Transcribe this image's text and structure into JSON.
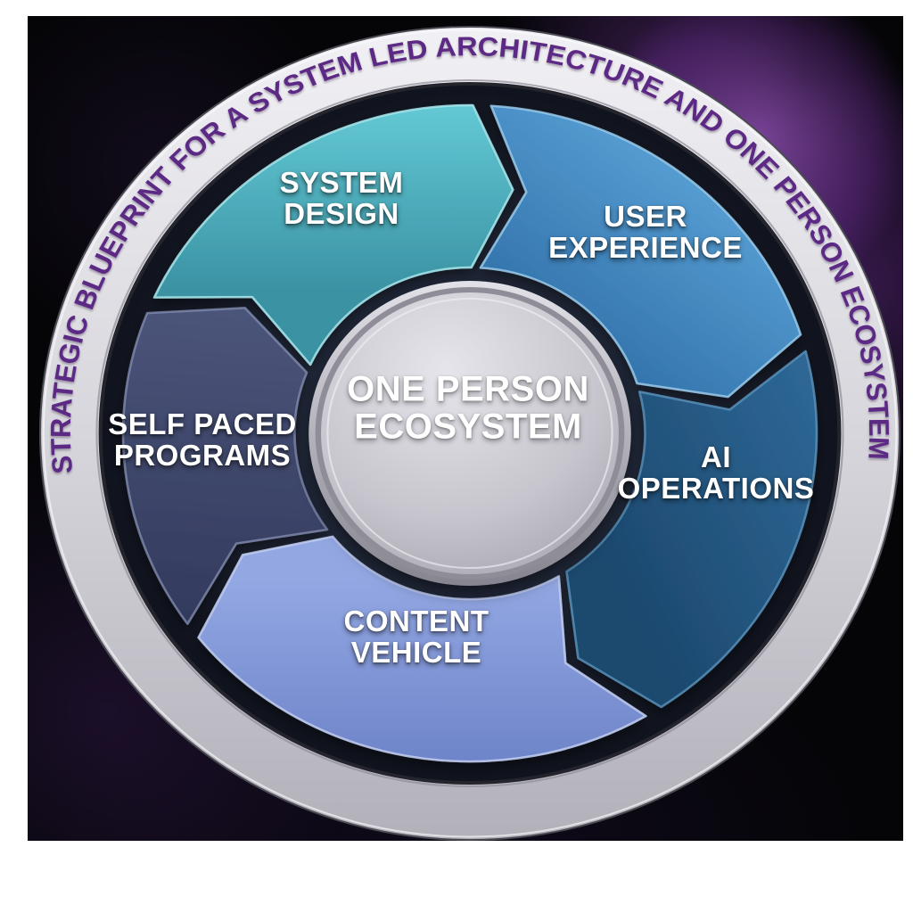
{
  "ring": {
    "title": "STRATEGIC BLUEPRINT FOR A SYSTEM LED ARCHITECTURE AND ONE PERSON ECOSYSTEM",
    "text_color": "#5b2a84",
    "silver_light": "#f1f0f4",
    "silver_mid": "#d7d6dc",
    "silver_dark": "#b2b1ba"
  },
  "background": {
    "canvas_color": "#050508",
    "glow_color": "#8b3fa8",
    "plate_center": "#222a3c",
    "plate_edge": "#10131d"
  },
  "center": {
    "line1": "ONE PERSON",
    "line2": "ECOSYSTEM",
    "face_light": "#e6e5eb",
    "face_mid": "#c6c5cd",
    "face_dark": "#9b9aa6",
    "rim_light": "#e2e1e7",
    "rim_dark": "#86858f"
  },
  "segments": [
    {
      "id": "system-design",
      "line1": "SYSTEM",
      "line2": "DESIGN",
      "color_light": "#66ccd7",
      "color_dark": "#3a92a3"
    },
    {
      "id": "user-experience",
      "line1": "USER",
      "line2": "EXPERIENCE",
      "color_light": "#58a0d5",
      "color_dark": "#2e6da6"
    },
    {
      "id": "ai-operations",
      "line1": "AI",
      "line2": "OPERATIONS",
      "color_light": "#2d6694",
      "color_dark": "#1c486e"
    },
    {
      "id": "content-vehicle",
      "line1": "CONTENT",
      "line2": "VEHICLE",
      "color_light": "#93a7e3",
      "color_dark": "#6a81c6"
    },
    {
      "id": "self-paced-programs",
      "line1": "SELF PACED",
      "line2": "PROGRAMS",
      "color_light": "#4e577c",
      "color_dark": "#31395c"
    }
  ]
}
